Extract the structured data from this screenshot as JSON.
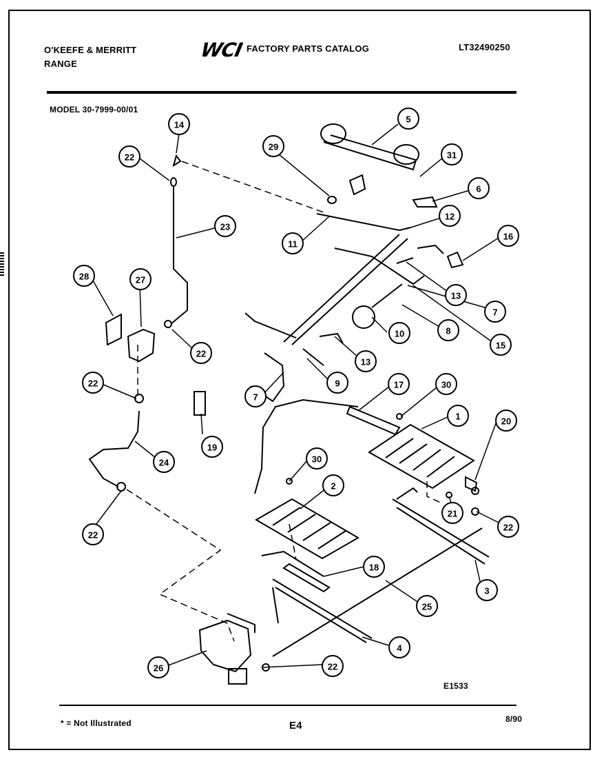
{
  "header": {
    "brand_line1": "O'KEEFE & MERRITT",
    "brand_line2": "RANGE",
    "logo_text": "WCI",
    "catalog_title": "FACTORY PARTS CATALOG",
    "catalog_number": "LT32490250"
  },
  "model": "MODEL 30-7999-00/01",
  "callouts": [
    {
      "id": "c14",
      "label": "14"
    },
    {
      "id": "c22a",
      "label": "22"
    },
    {
      "id": "c29",
      "label": "29"
    },
    {
      "id": "c5",
      "label": "5"
    },
    {
      "id": "c31",
      "label": "31"
    },
    {
      "id": "c6",
      "label": "6"
    },
    {
      "id": "c23",
      "label": "23"
    },
    {
      "id": "c12",
      "label": "12"
    },
    {
      "id": "c11",
      "label": "11"
    },
    {
      "id": "c16",
      "label": "16"
    },
    {
      "id": "c28",
      "label": "28"
    },
    {
      "id": "c27",
      "label": "27"
    },
    {
      "id": "c13a",
      "label": "13"
    },
    {
      "id": "c7a",
      "label": "7"
    },
    {
      "id": "c8",
      "label": "8"
    },
    {
      "id": "c10",
      "label": "10"
    },
    {
      "id": "c15",
      "label": "15"
    },
    {
      "id": "c22b",
      "label": "22"
    },
    {
      "id": "c13b",
      "label": "13"
    },
    {
      "id": "c22c",
      "label": "22"
    },
    {
      "id": "c9",
      "label": "9"
    },
    {
      "id": "c7b",
      "label": "7"
    },
    {
      "id": "c17",
      "label": "17"
    },
    {
      "id": "c30a",
      "label": "30"
    },
    {
      "id": "c19",
      "label": "19"
    },
    {
      "id": "c1",
      "label": "1"
    },
    {
      "id": "c20",
      "label": "20"
    },
    {
      "id": "c24",
      "label": "24"
    },
    {
      "id": "c30b",
      "label": "30"
    },
    {
      "id": "c2",
      "label": "2"
    },
    {
      "id": "c21",
      "label": "21"
    },
    {
      "id": "c22d",
      "label": "22"
    },
    {
      "id": "c22e",
      "label": "22"
    },
    {
      "id": "c18",
      "label": "18"
    },
    {
      "id": "c3",
      "label": "3"
    },
    {
      "id": "c25",
      "label": "25"
    },
    {
      "id": "c4",
      "label": "4"
    },
    {
      "id": "c26",
      "label": "26"
    },
    {
      "id": "c22f",
      "label": "22"
    }
  ],
  "footer": {
    "diagram_code": "E1533",
    "note": "* = Not Illustrated",
    "page": "E4",
    "date": "8/90"
  }
}
